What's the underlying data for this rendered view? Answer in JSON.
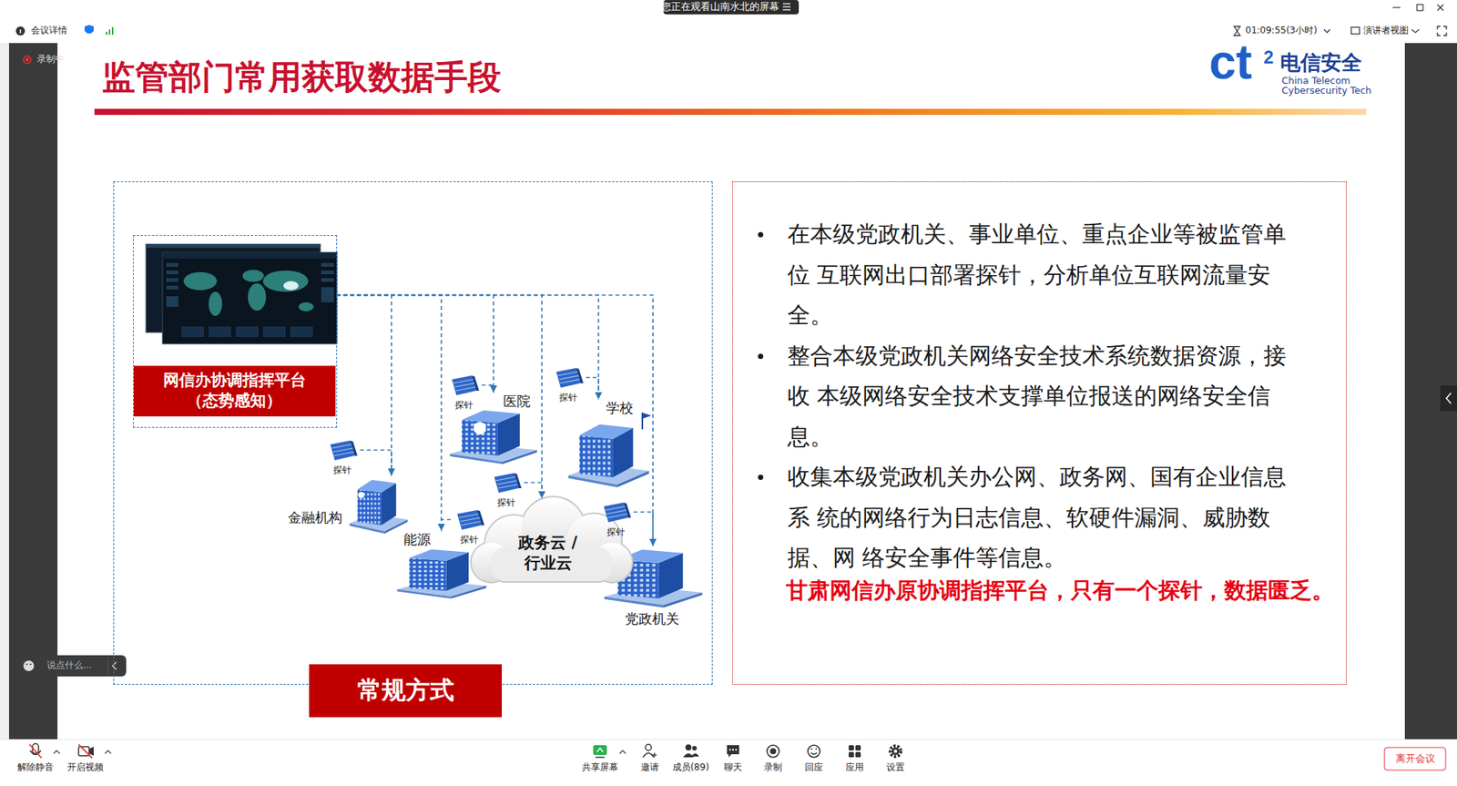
{
  "diagram": {
    "title": "监管部门常用获取数据手段",
    "nodes": [
      {
        "text": [
          "常规方式"
        ]
      },
      {
        "text": [
          "网信办协调指挥平台 （态势感知）"
        ],
        "in": 0
      },
      {
        "text": [
          "医院"
        ],
        "in": 0
      },
      {
        "text": [
          "学校"
        ],
        "in": 0
      },
      {
        "text": [
          "金融机构"
        ],
        "in": 0
      },
      {
        "text": [
          "能源"
        ],
        "in": 0
      },
      {
        "text": [
          "政务云 /行业云"
        ],
        "in": 0
      },
      {
        "text": [
          "党政机关"
        ],
        "in": 0
      },
      {
        "text": [
          "探针"
        ],
        "in": 0
      },
      {
        "text": [
          "探针"
        ],
        "in": 0
      },
      {
        "text": [
          "探针"
        ],
        "in": 0
      },
      {
        "text": [
          "探针"
        ],
        "in": 0
      },
      {
        "text": [
          "探针"
        ],
        "in": 0
      },
      {
        "text": [
          "探针"
        ],
        "in": 0
      },
      {
        "text": [
          "在本级党政机关、事业单位、重点企业等被监管单位 互联网出口部署探针，分析单位互联网流量安全。",
          "整合本级党政机关网络安全技术系统数据资源，接收 本级网络安全技术支撑单位报送的网络安全信息。",
          "收集本级党政机关办公网、政务网、国有企业信息系 统的网络行为日志信息、软硬件漏洞、威胁数据、网 络安全事件等信息。",
          "甘肃网信办原协调指挥平台，只有一个探针，数据匮乏。"
        ]
      }
    ],
    "edges": [
      {
        "from": 1,
        "to": 4,
        "arrow": "to"
      },
      {
        "from": 1,
        "to": 5,
        "arrow": "to"
      },
      {
        "from": 1,
        "to": 2,
        "arrow": "to"
      },
      {
        "from": 1,
        "to": 6,
        "arrow": "to"
      },
      {
        "from": 1,
        "to": 3,
        "arrow": "to"
      },
      {
        "from": 1,
        "to": 7,
        "arrow": "to"
      },
      {
        "from": 8,
        "to": 2,
        "arrow": "none"
      },
      {
        "from": 9,
        "to": 3,
        "arrow": "none"
      },
      {
        "from": 10,
        "to": 4,
        "arrow": "none"
      },
      {
        "from": 11,
        "to": 6,
        "arrow": "none"
      },
      {
        "from": 12,
        "to": 5,
        "arrow": "none"
      },
      {
        "from": 13,
        "to": 7,
        "arrow": "none"
      }
    ],
    "labels": [
      "您正在观看山南水北的屏幕",
      "会议详情",
      "01:09:55(3小时)",
      "演讲者视图",
      "录制中",
      "说点什么...",
      "解除静音",
      "开启视频",
      "共享屏幕",
      "邀请",
      "成员(89)",
      "聊天",
      "录制",
      "回应",
      "应用",
      "设置",
      "离开会议",
      "电信安全",
      "China Telecom",
      "Cybersecurity Tech",
      "ct",
      "2"
    ]
  }
}
